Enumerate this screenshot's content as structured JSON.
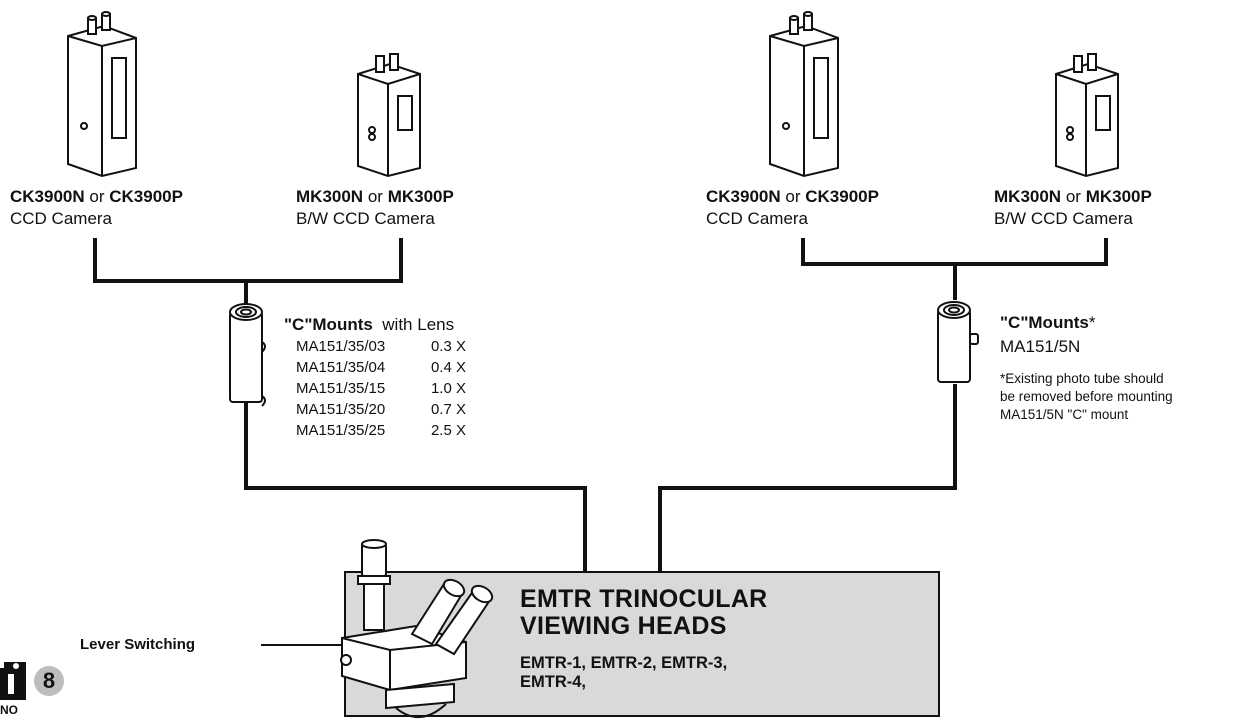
{
  "left_group": {
    "camera_a": {
      "model_1": "CK3900N",
      "joiner": "or",
      "model_2": "CK3900P",
      "desc": "CCD Camera"
    },
    "camera_b": {
      "model_1": "MK300N",
      "joiner": "or",
      "model_2": "MK300P",
      "desc": "B/W CCD Camera"
    },
    "mount": {
      "title": "\"C\"Mounts",
      "title_suffix": "with Lens",
      "lenses": [
        {
          "model": "MA151/35/03",
          "mag": "0.3 X"
        },
        {
          "model": "MA151/35/04",
          "mag": "0.4 X"
        },
        {
          "model": "MA151/35/15",
          "mag": "1.0 X"
        },
        {
          "model": "MA151/35/20",
          "mag": "0.7 X"
        },
        {
          "model": "MA151/35/25",
          "mag": "2.5 X"
        }
      ]
    }
  },
  "right_group": {
    "camera_a": {
      "model_1": "CK3900N",
      "joiner": "or",
      "model_2": "CK3900P",
      "desc": "CCD Camera"
    },
    "camera_b": {
      "model_1": "MK300N",
      "joiner": "or",
      "model_2": "MK300P",
      "desc": "B/W CCD Camera"
    },
    "mount": {
      "title": "\"C\"Mounts",
      "title_mark": "*",
      "model": "MA151/5N",
      "note_mark": "*",
      "note_lines": [
        "Existing photo tube should",
        "be removed before mounting",
        "MA151/5N \"C\" mount"
      ]
    }
  },
  "head_box": {
    "title_line_1": "EMTR TRINOCULAR",
    "title_line_2": "VIEWING HEADS",
    "models_line_1": "EMTR-1, EMTR-2, EMTR-3,",
    "models_line_2": "EMTR-4,"
  },
  "lever_label": "Lever Switching",
  "page_number": "8",
  "corner_text": "NO"
}
